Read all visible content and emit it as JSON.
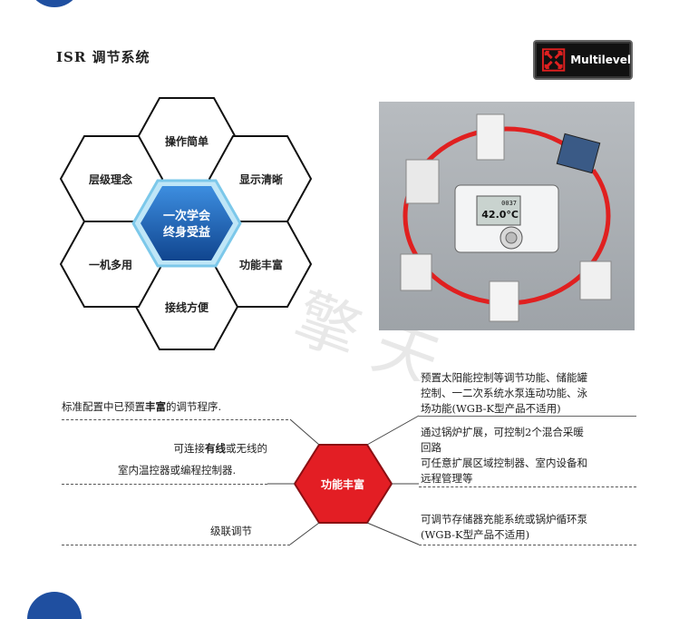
{
  "title": "ISR 调节系统",
  "badge": {
    "label": "Multilevel",
    "icon": "multilevel-arrows-icon",
    "accent": "#e02020"
  },
  "hexagons": {
    "center": [
      "一次学会",
      "终身受益"
    ],
    "top": "操作简单",
    "top_right": "显示清晰",
    "bottom_right": "功能丰富",
    "bottom": "接线方便",
    "bottom_left": "一机多用",
    "top_left": "层级理念",
    "center_color": "#1a5fb4"
  },
  "controller_display": {
    "time": "0037",
    "temp": "42.0°C"
  },
  "feature_hex": {
    "label": "功能丰富",
    "color": "#e31e24"
  },
  "left_notes": {
    "note1": {
      "pre": "标准配置中已预置",
      "bold": "丰富",
      "post": "的调节程序."
    },
    "note2": {
      "pre": "可连接",
      "bold": "有线",
      "post": "或无线的",
      "line2": "室内温控器或编程控制器."
    },
    "note3": "级联调节"
  },
  "right_notes": {
    "note1": [
      "预置太阳能控制等调节功能、储能罐",
      "控制、一二次系统水泵连动功能、泳",
      "场功能(WGB-K型产品不适用)"
    ],
    "note2": [
      "通过锅炉扩展，可控制2个混合采暖",
      "回路",
      "可任意扩展区域控制器、室内设备和",
      "远程管理等"
    ],
    "note3": [
      "可调节存储器充能系统或锅炉循环泵",
      "(WGB-K型产品不适用)"
    ]
  }
}
